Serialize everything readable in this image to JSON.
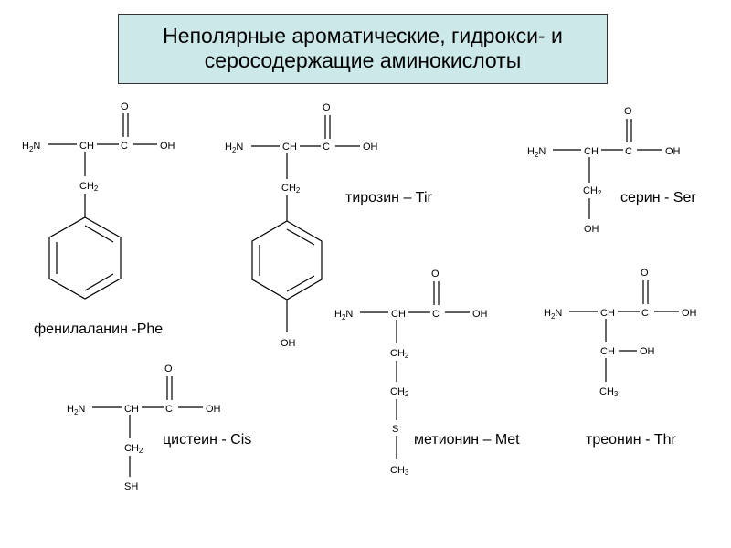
{
  "title": {
    "line1": "Неполярные ароматические, гидрокси- и",
    "line2": "серосодержащие аминокислоты"
  },
  "atoms": {
    "h2n": "H",
    "n": "N",
    "two": "2",
    "ch": "CH",
    "c": "C",
    "o": "O",
    "oh": "OH",
    "ch2": "CH",
    "ch3": "CH",
    "three": "3",
    "s": "S",
    "sh": "SH"
  },
  "names": {
    "phe": "фенилаланин  -Phe",
    "tyr": "тирозин  – Tir",
    "ser": "серин  - Ser",
    "cys": "цистеин   - Cis",
    "met": "метионин  – Met",
    "thr": "треонин  - Thr"
  }
}
